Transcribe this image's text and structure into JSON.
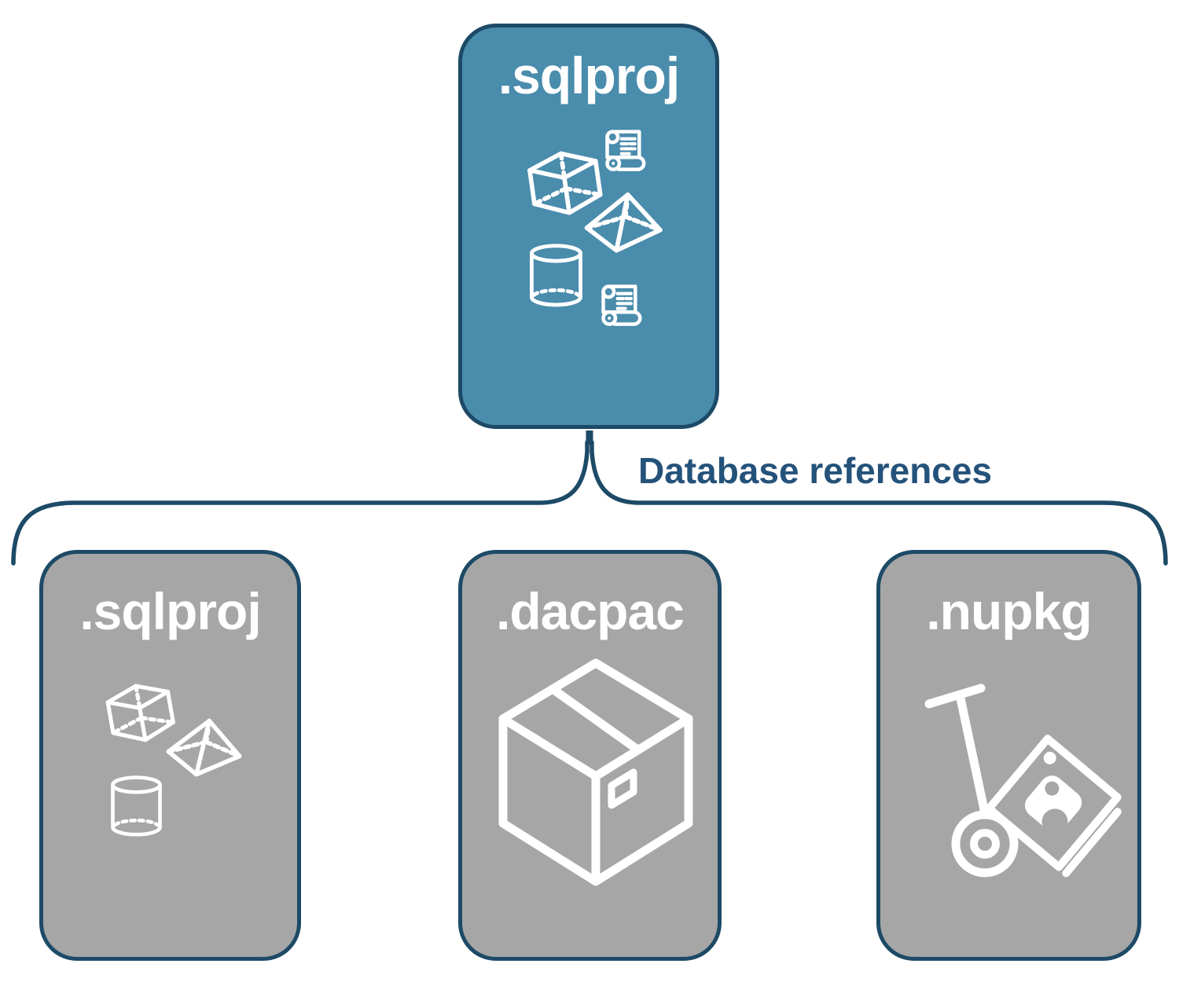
{
  "diagram": {
    "root_box": {
      "label": ".sqlproj",
      "icons": [
        "cube",
        "scroll",
        "pyramid",
        "cylinder",
        "scroll"
      ]
    },
    "branch_label": "Database references",
    "child_boxes": [
      {
        "label": ".sqlproj",
        "icon": "sql-geometry-objects"
      },
      {
        "label": ".dacpac",
        "icon": "package-box"
      },
      {
        "label": ".nupkg",
        "icon": "nuget-hand-truck"
      }
    ],
    "colors": {
      "root_fill": "#4A8CAC",
      "child_fill": "#A6A6A6",
      "outline": "#1D4A66",
      "branch_text": "#24527A",
      "icon_stroke": "#FFFFFF"
    }
  }
}
